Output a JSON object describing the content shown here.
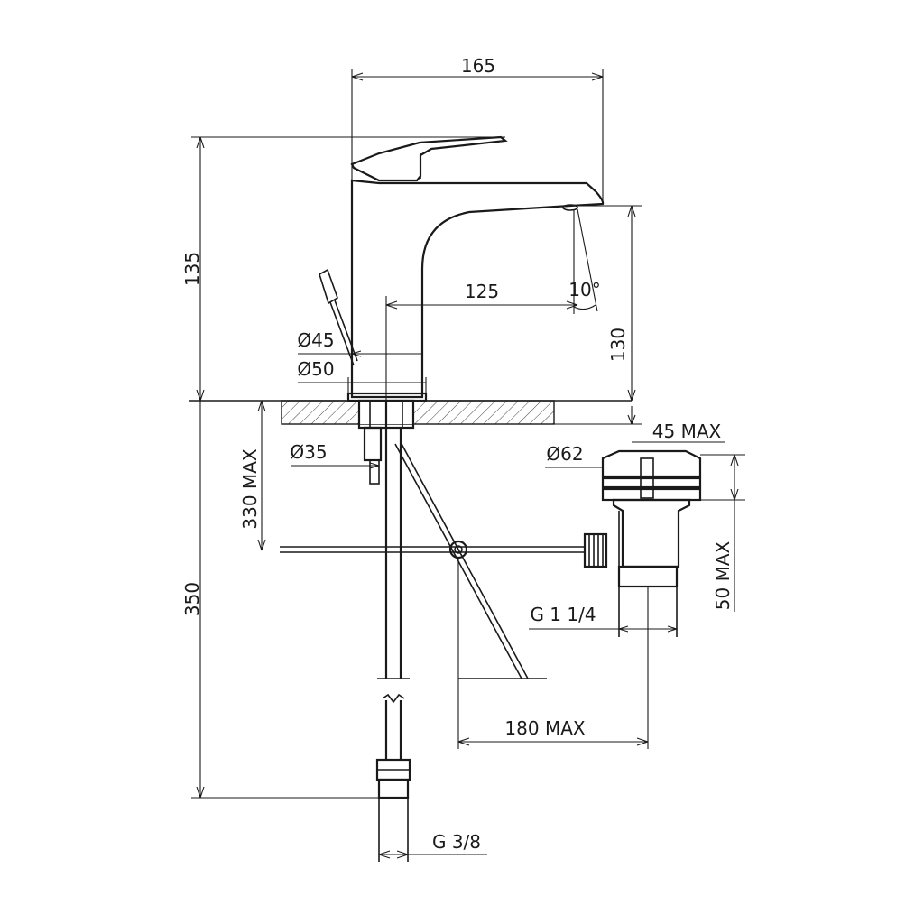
{
  "dimensions": {
    "width_total": "165",
    "height_body": "135",
    "spout_reach": "125",
    "spout_angle": "10°",
    "spout_height": "130",
    "dia_45": "Ø45",
    "dia_50": "Ø50",
    "dia_35": "Ø35",
    "counter_max": "45 MAX",
    "dia_62": "Ø62",
    "depth_330": "330 MAX",
    "height_350": "350",
    "waste_height": "50 MAX",
    "thread_waste": "G 1 1/4",
    "rod_180": "180 MAX",
    "thread_hose": "G 3/8"
  },
  "colors": {
    "line": "#1a1a1a",
    "background": "#ffffff"
  }
}
